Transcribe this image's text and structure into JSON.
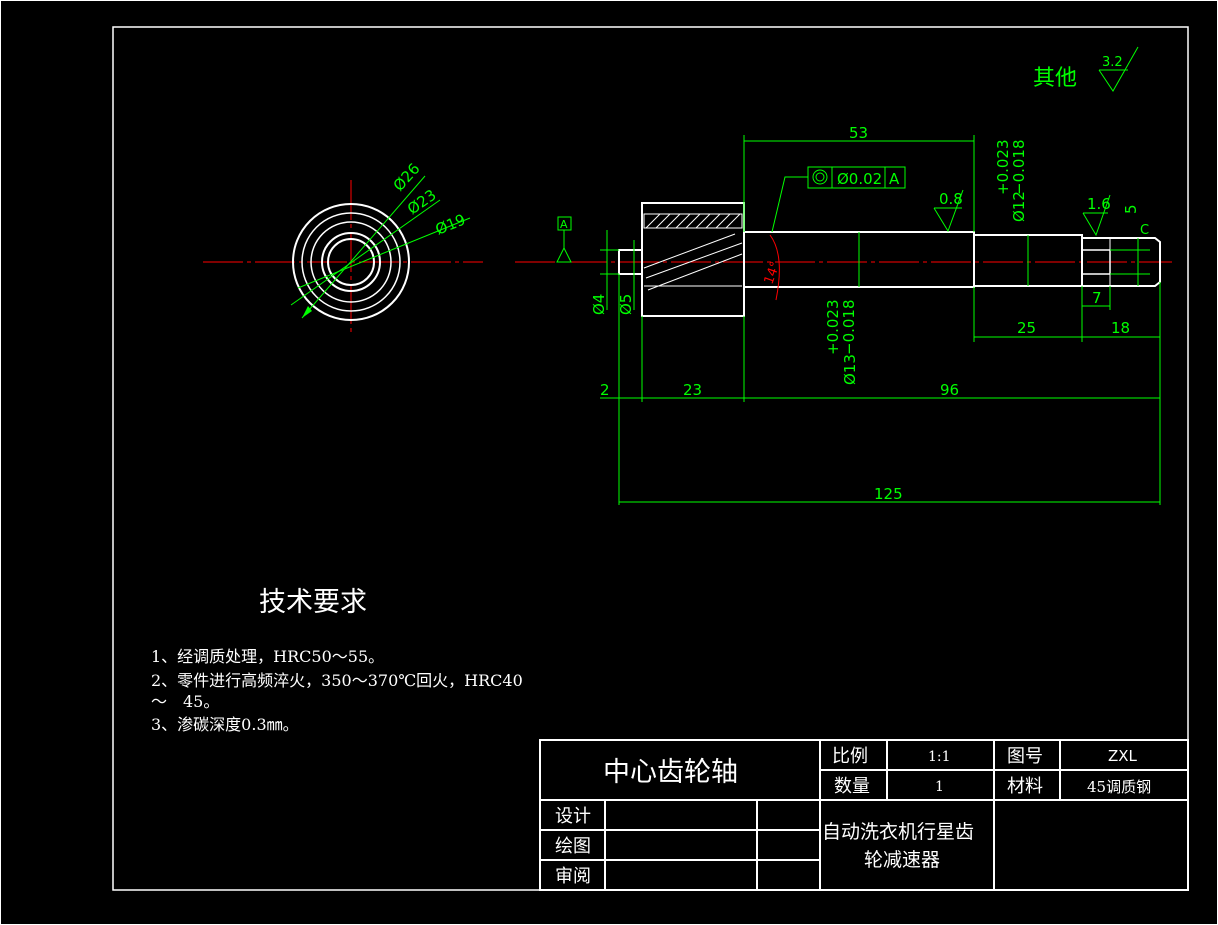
{
  "surface_finish_other": {
    "label": "其他",
    "value": "3.2"
  },
  "dimensions": {
    "d26": "Ø26",
    "d23": "Ø23",
    "d19": "Ø19",
    "len53": "53",
    "len23": "23",
    "len96": "96",
    "len2": "2",
    "len125": "125",
    "len25": "25",
    "len18": "18",
    "len7": "7",
    "len5": "5",
    "chamfer_c": "C",
    "d4": "Ø4",
    "d5": "Ø5",
    "d12": "Ø12",
    "d12_tol": "+0.023\n−0.018",
    "d13": "Ø13",
    "d13_tol": "+0.023\n−0.018",
    "angle": "14°",
    "rough_08": "0.8",
    "rough_16": "1.6"
  },
  "datum": {
    "label": "A"
  },
  "tolerance_frame": {
    "symbol": "◎",
    "value": "Ø0.02",
    "datum": "A"
  },
  "requirements": {
    "title": "技术要求",
    "items": [
      "1、经调质处理，HRC50～55。",
      "2、零件进行高频淬火，350～370℃回火，HRC40",
      "～　45。",
      "3、渗碳深度0.3㎜。"
    ]
  },
  "title_block": {
    "part_name": "中心齿轮轴",
    "scale_label": "比例",
    "scale_value": "1:1",
    "drawing_no_label": "图号",
    "drawing_no_value": "ZXL",
    "qty_label": "数量",
    "qty_value": "1",
    "material_label": "材料",
    "material_value": "45调质钢",
    "design_label": "设计",
    "draw_label": "绘图",
    "review_label": "审阅",
    "project_line1": "自动洗衣机行星齿",
    "project_line2": "轮减速器"
  }
}
